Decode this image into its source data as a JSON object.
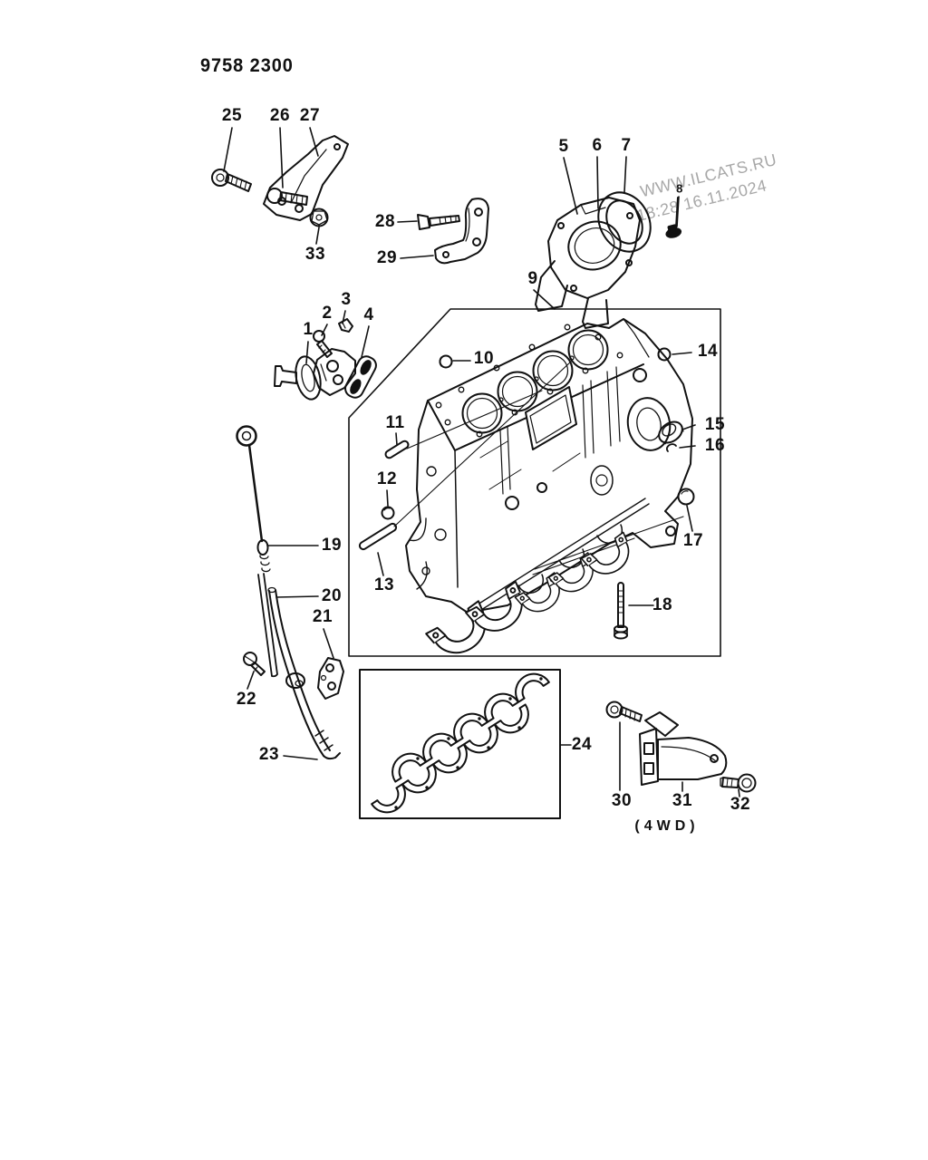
{
  "page": {
    "part_code": "9758 2300",
    "drive_note": "(4WD)"
  },
  "watermark": {
    "site": "WWW.ILCATS.RU",
    "timestamp": "18:28 16.11.2024"
  },
  "part_labels": [
    "1",
    "2",
    "3",
    "4",
    "5",
    "6",
    "7",
    "8",
    "9",
    "10",
    "11",
    "12",
    "13",
    "14",
    "15",
    "16",
    "17",
    "18",
    "19",
    "20",
    "21",
    "22",
    "23",
    "24",
    "25",
    "26",
    "27",
    "28",
    "29",
    "30",
    "31",
    "32",
    "33"
  ],
  "figure": {
    "subject": "cylinder-block-exploded-diagram",
    "colors": {
      "ink": "#111111",
      "watermark": "#a8a8a8",
      "background": "#ffffff"
    }
  }
}
